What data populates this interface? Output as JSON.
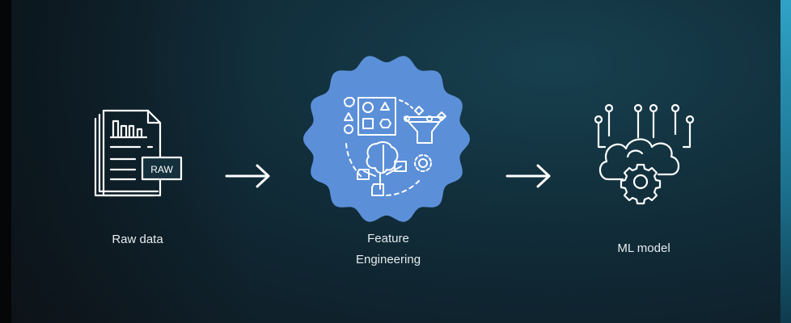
{
  "steps": [
    {
      "label": "Raw data",
      "icon": "raw-data-document-icon",
      "badge": "RAW"
    },
    {
      "label_line1": "Feature",
      "label_line2": "Engineering",
      "icon": "feature-engineering-icon"
    },
    {
      "label": "ML model",
      "icon": "ml-model-cloud-gear-icon"
    }
  ],
  "colors": {
    "blob": "#5b8fd8",
    "stroke": "#ffffff",
    "background": "#12303d"
  }
}
